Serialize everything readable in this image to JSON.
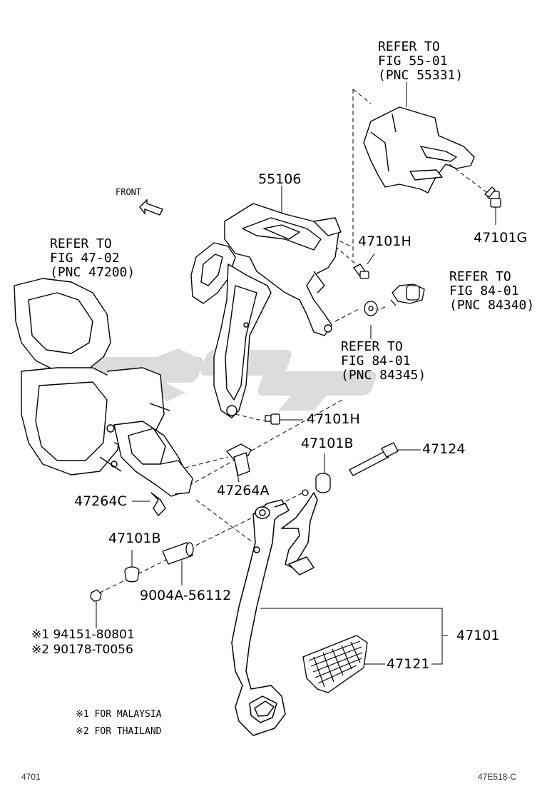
{
  "front_label": "FRONT",
  "refs": {
    "fig55": [
      "REFER TO",
      "FIG 55-01",
      "(PNC 55331)"
    ],
    "fig47": [
      "REFER TO",
      "FIG 47-02",
      "(PNC 47200)"
    ],
    "fig84a": [
      "REFER TO",
      "FIG 84-01",
      "(PNC 84340)"
    ],
    "fig84b": [
      "REFER TO",
      "FIG 84-01",
      "(PNC 84345)"
    ]
  },
  "parts": {
    "p55106": "55106",
    "p47101H_top": "47101H",
    "p47101G": "47101G",
    "p47101H_mid": "47101H",
    "p47101B_right": "47101B",
    "p47124": "47124",
    "p47264A": "47264A",
    "p47264C": "47264C",
    "p47101B_left": "47101B",
    "p9004A": "9004A-56112",
    "p47101": "47101",
    "p47121": "47121"
  },
  "notes": {
    "n1": "※1 94151-80801",
    "n2": "※2 90178-T0056",
    "f1": "※1 FOR MALAYSIA",
    "f2": "※2 FOR THAILAND"
  },
  "footer": {
    "left": "4701",
    "right": "47E518-C"
  },
  "watermark": {
    "color": "#d3d3d3"
  }
}
